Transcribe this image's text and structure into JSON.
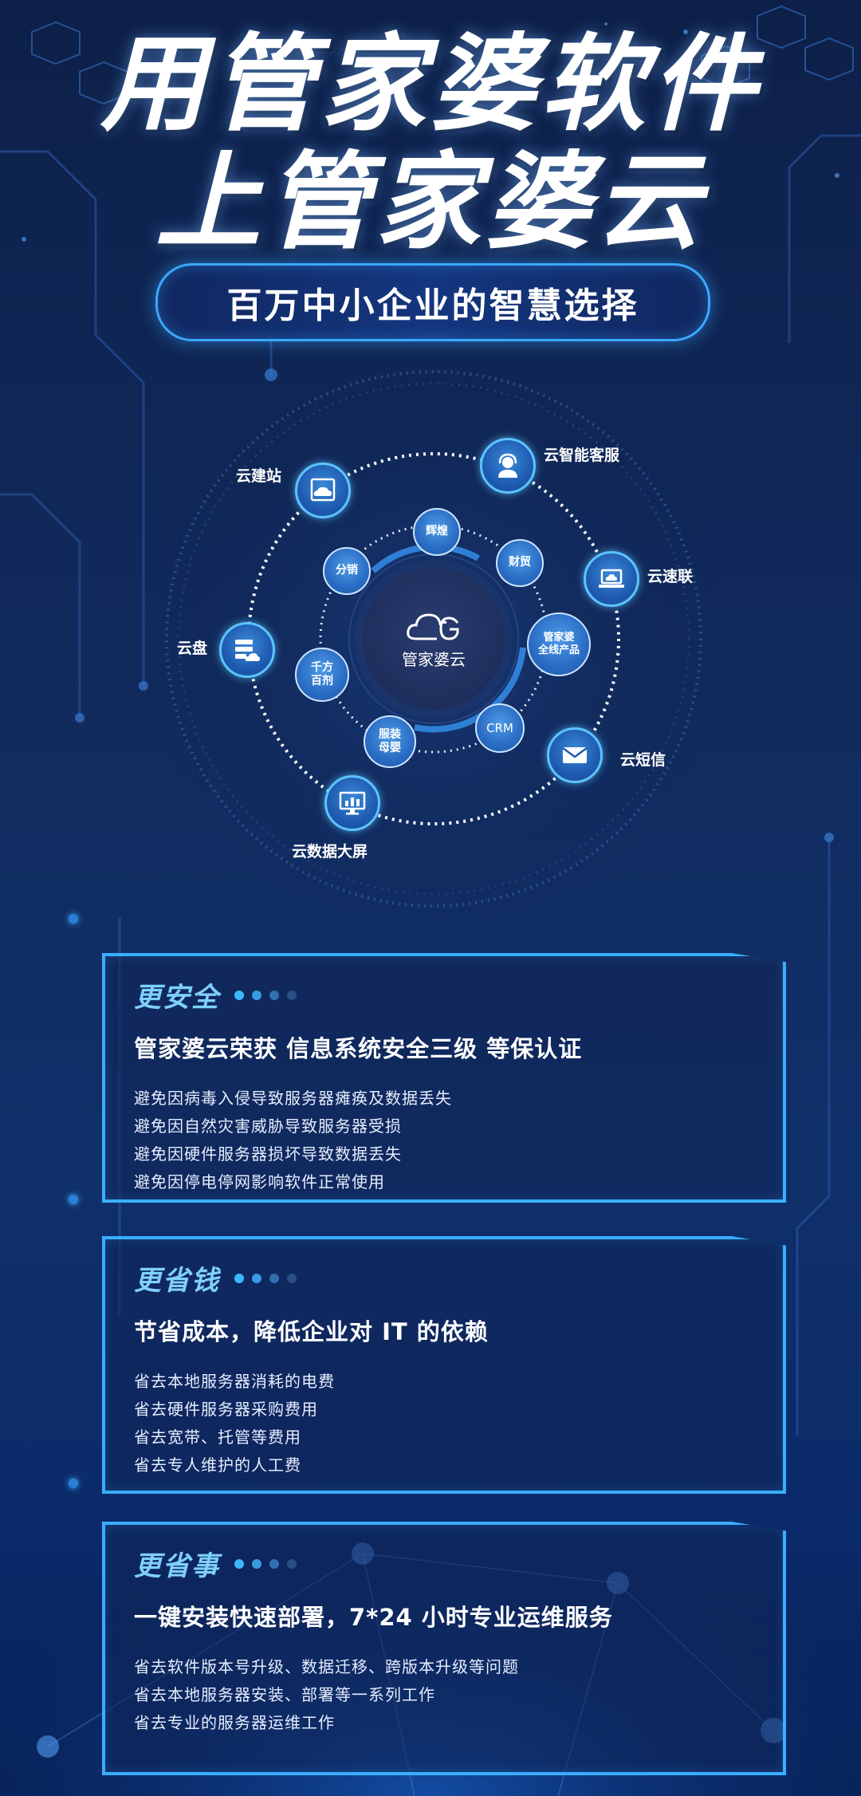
{
  "hero": {
    "line1": "用管家婆软件",
    "line2": "上管家婆云",
    "subtitle": "百万中小企业的智慧选择"
  },
  "diagram": {
    "center_label": "管家婆云",
    "outer_nodes": [
      {
        "label": "云建站",
        "icon": "cloud-image-icon"
      },
      {
        "label": "云智能客服",
        "icon": "headset-agent-icon"
      },
      {
        "label": "云速联",
        "icon": "laptop-cloud-icon"
      },
      {
        "label": "云盘",
        "icon": "server-cloud-icon"
      },
      {
        "label": "云短信",
        "icon": "envelope-icon"
      },
      {
        "label": "云数据大屏",
        "icon": "bar-chart-monitor-icon"
      }
    ],
    "inner_nodes": [
      {
        "label": "辉煌"
      },
      {
        "label": "分销"
      },
      {
        "label": "财贸"
      },
      {
        "label": "管家婆\n全线产品"
      },
      {
        "label": "千方\n百剂"
      },
      {
        "label": "CRM"
      },
      {
        "label": "服装\n母婴"
      }
    ]
  },
  "panels": [
    {
      "title": "更安全",
      "headline": "管家婆云荣获 信息系统安全三级 等保认证",
      "lines": [
        "避免因病毒入侵导致服务器瘫痪及数据丢失",
        "避免因自然灾害威胁导致服务器受损",
        "避免因硬件服务器损坏导致数据丢失",
        "避免因停电停网影响软件正常使用"
      ]
    },
    {
      "title": "更省钱",
      "headline": "节省成本，降低企业对 IT 的依赖",
      "lines": [
        "省去本地服务器消耗的电费",
        "省去硬件服务器采购费用",
        "省去宽带、托管等费用",
        "省去专人维护的人工费"
      ]
    },
    {
      "title": "更省事",
      "headline": "一键安装快速部署，7*24 小时专业运维服务",
      "lines": [
        "省去软件版本号升级、数据迁移、跨版本升级等问题",
        "省去本地服务器安装、部署等一系列工作",
        "省去专业的服务器运维工作"
      ]
    }
  ],
  "colors": {
    "accent": "#3aaeff",
    "heading": "#7fd0ff",
    "background_top": "#0d2049",
    "background_bottom": "#082258"
  }
}
